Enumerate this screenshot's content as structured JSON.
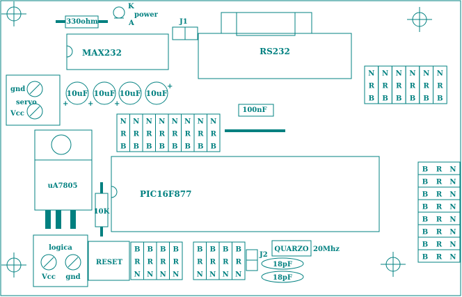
{
  "colors": {
    "background": "#ffffff",
    "line": "#008080",
    "text": "#008080",
    "fill": "#008080"
  },
  "labels": {
    "resistor_330": "330ohm",
    "led_k": "K",
    "led_power": "power",
    "led_a": "A",
    "jumper_j1": "J1",
    "max232": "MAX232",
    "rs232": "RS232",
    "gnd": "gnd",
    "servo": "servo",
    "vcc": "Vcc",
    "cap_10uf": "10uF",
    "plus": "+",
    "cap_100nf": "100nF",
    "regulator": "uA7805",
    "pic": "PIC16F877",
    "resistor_10k": "10K",
    "logica": "logica",
    "logica_vcc": "Vcc",
    "logica_gnd": "gnd",
    "reset": "RESET",
    "quarzo": "QUARZO",
    "freq": "20Mhz",
    "jumper_j2": "J2",
    "cap_18pf": "18pF"
  },
  "header_labels": {
    "nrb": [
      "N",
      "R",
      "B"
    ],
    "brn": [
      "B",
      "R",
      "N"
    ]
  }
}
